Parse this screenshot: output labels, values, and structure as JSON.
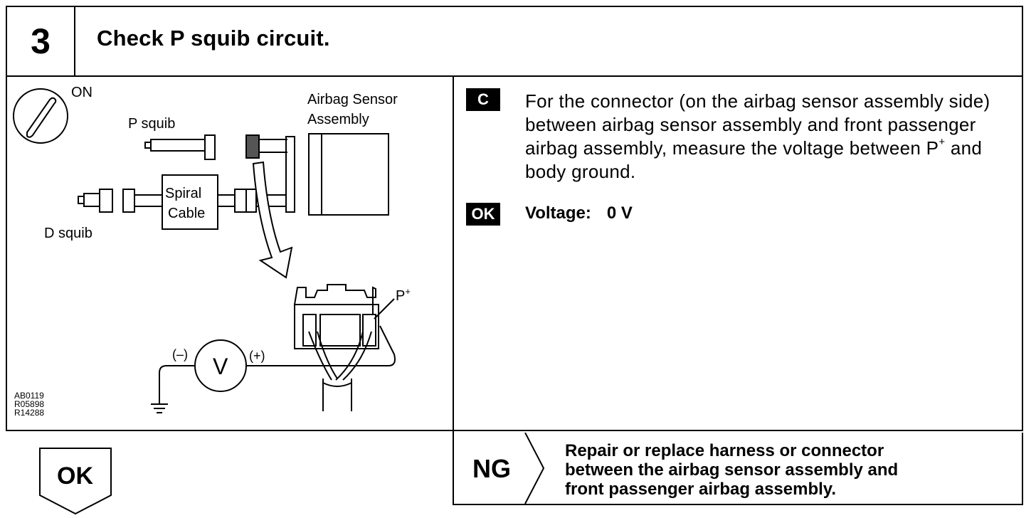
{
  "step": {
    "number": "3",
    "title": "Check P squib circuit."
  },
  "diagram": {
    "ignition_label": "ON",
    "p_squib_label": "P squib",
    "d_squib_label": "D squib",
    "spiral_cable_line1": "Spiral",
    "spiral_cable_line2": "Cable",
    "sensor_label_line1": "Airbag Sensor",
    "sensor_label_line2": "Assembly",
    "terminal_label": "P",
    "terminal_sup": "+",
    "voltmeter_symbol": "V",
    "neg_label": "(–)",
    "pos_label": "(+)",
    "ref_codes": [
      "AB0119",
      "R05898",
      "R14288"
    ]
  },
  "instruction": {
    "badge": "C",
    "text_before_sup": "For the connector (on the airbag sensor assembly side) between airbag sensor assembly and front passenger airbag assembly, measure the voltage between P",
    "sup": "+",
    "text_after_sup": " and body ground."
  },
  "spec": {
    "badge": "OK",
    "label": "Voltage:",
    "value": "0 V"
  },
  "result_ok": {
    "label": "OK"
  },
  "result_ng": {
    "label": "NG",
    "line1": "Repair or replace harness or connector",
    "line2": "between the airbag sensor assembly and",
    "line3": "front passenger airbag assembly."
  }
}
